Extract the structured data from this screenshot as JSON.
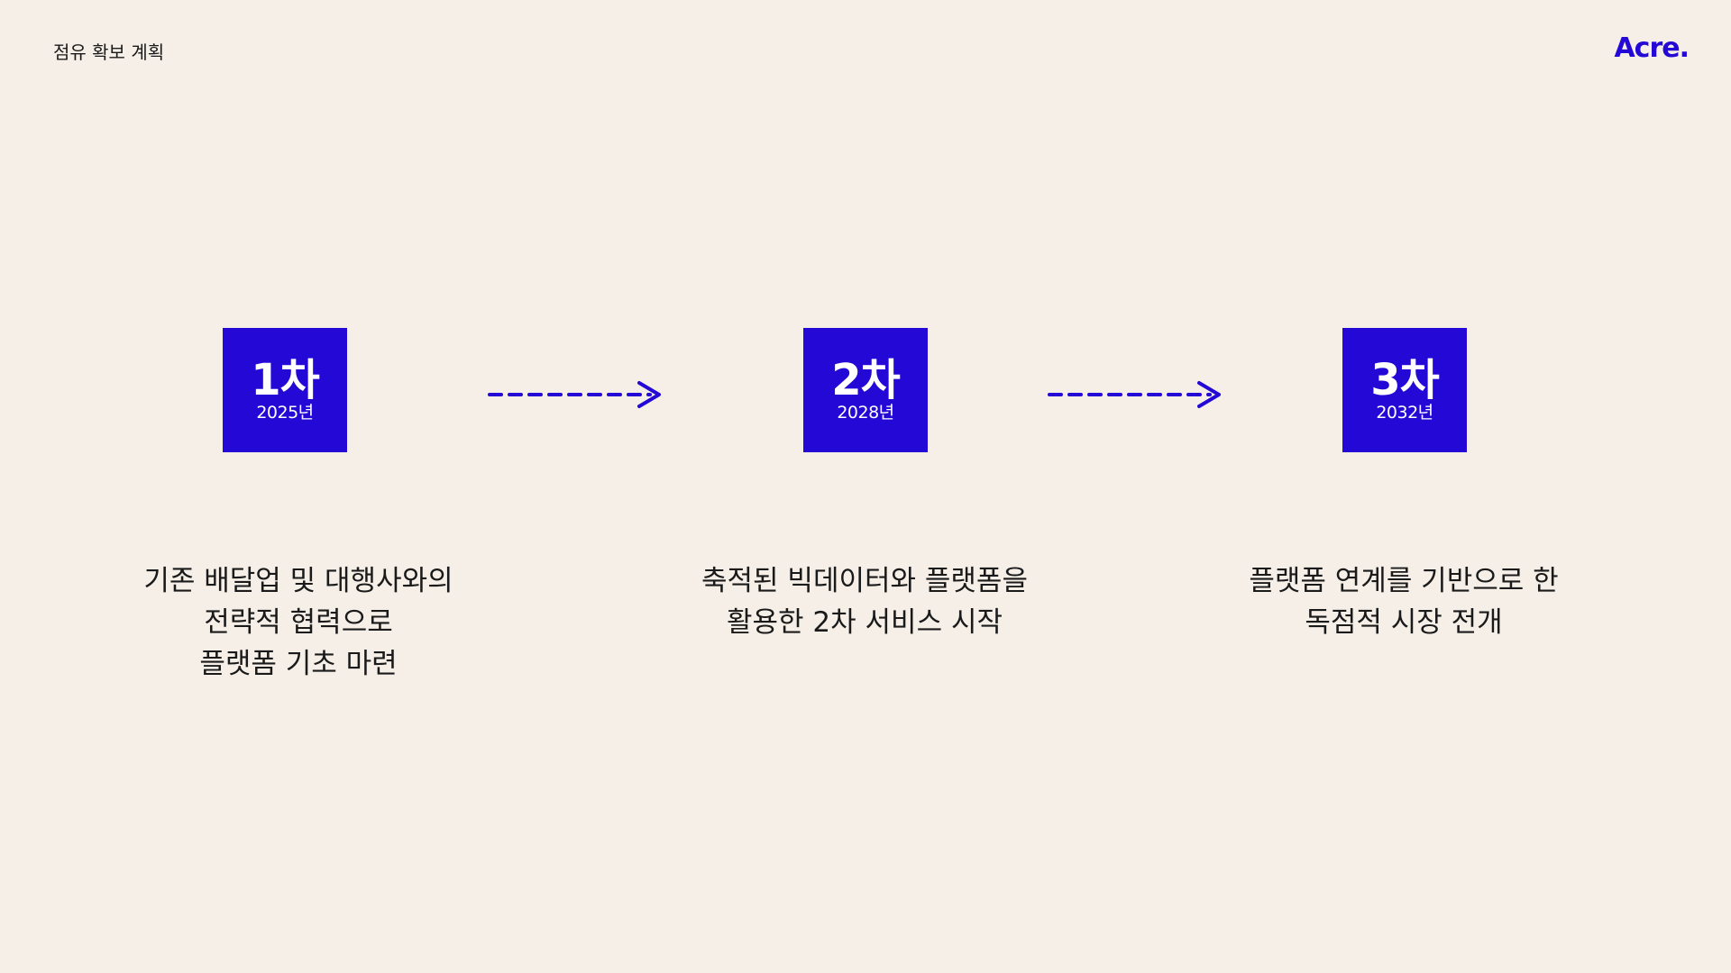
{
  "header": {
    "title": "점유 확보 계획",
    "logo": "Acre."
  },
  "colors": {
    "accent": "#2408d6",
    "background": "#f5efe8",
    "text": "#1a1a1a"
  },
  "phases": [
    {
      "label": "1차",
      "year": "2025년",
      "lines": [
        "기존 배달업 및 대행사와의",
        "전략적 협력으로",
        "플랫폼 기초 마련"
      ]
    },
    {
      "label": "2차",
      "year": "2028년",
      "lines": [
        "축적된 빅데이터와 플랫폼을",
        "활용한 2차 서비스 시작"
      ]
    },
    {
      "label": "3차",
      "year": "2032년",
      "lines": [
        "플랫폼 연계를 기반으로 한",
        "독점적 시장 전개"
      ]
    }
  ],
  "connectors": [
    "dashed-arrow-icon",
    "dashed-arrow-icon"
  ]
}
